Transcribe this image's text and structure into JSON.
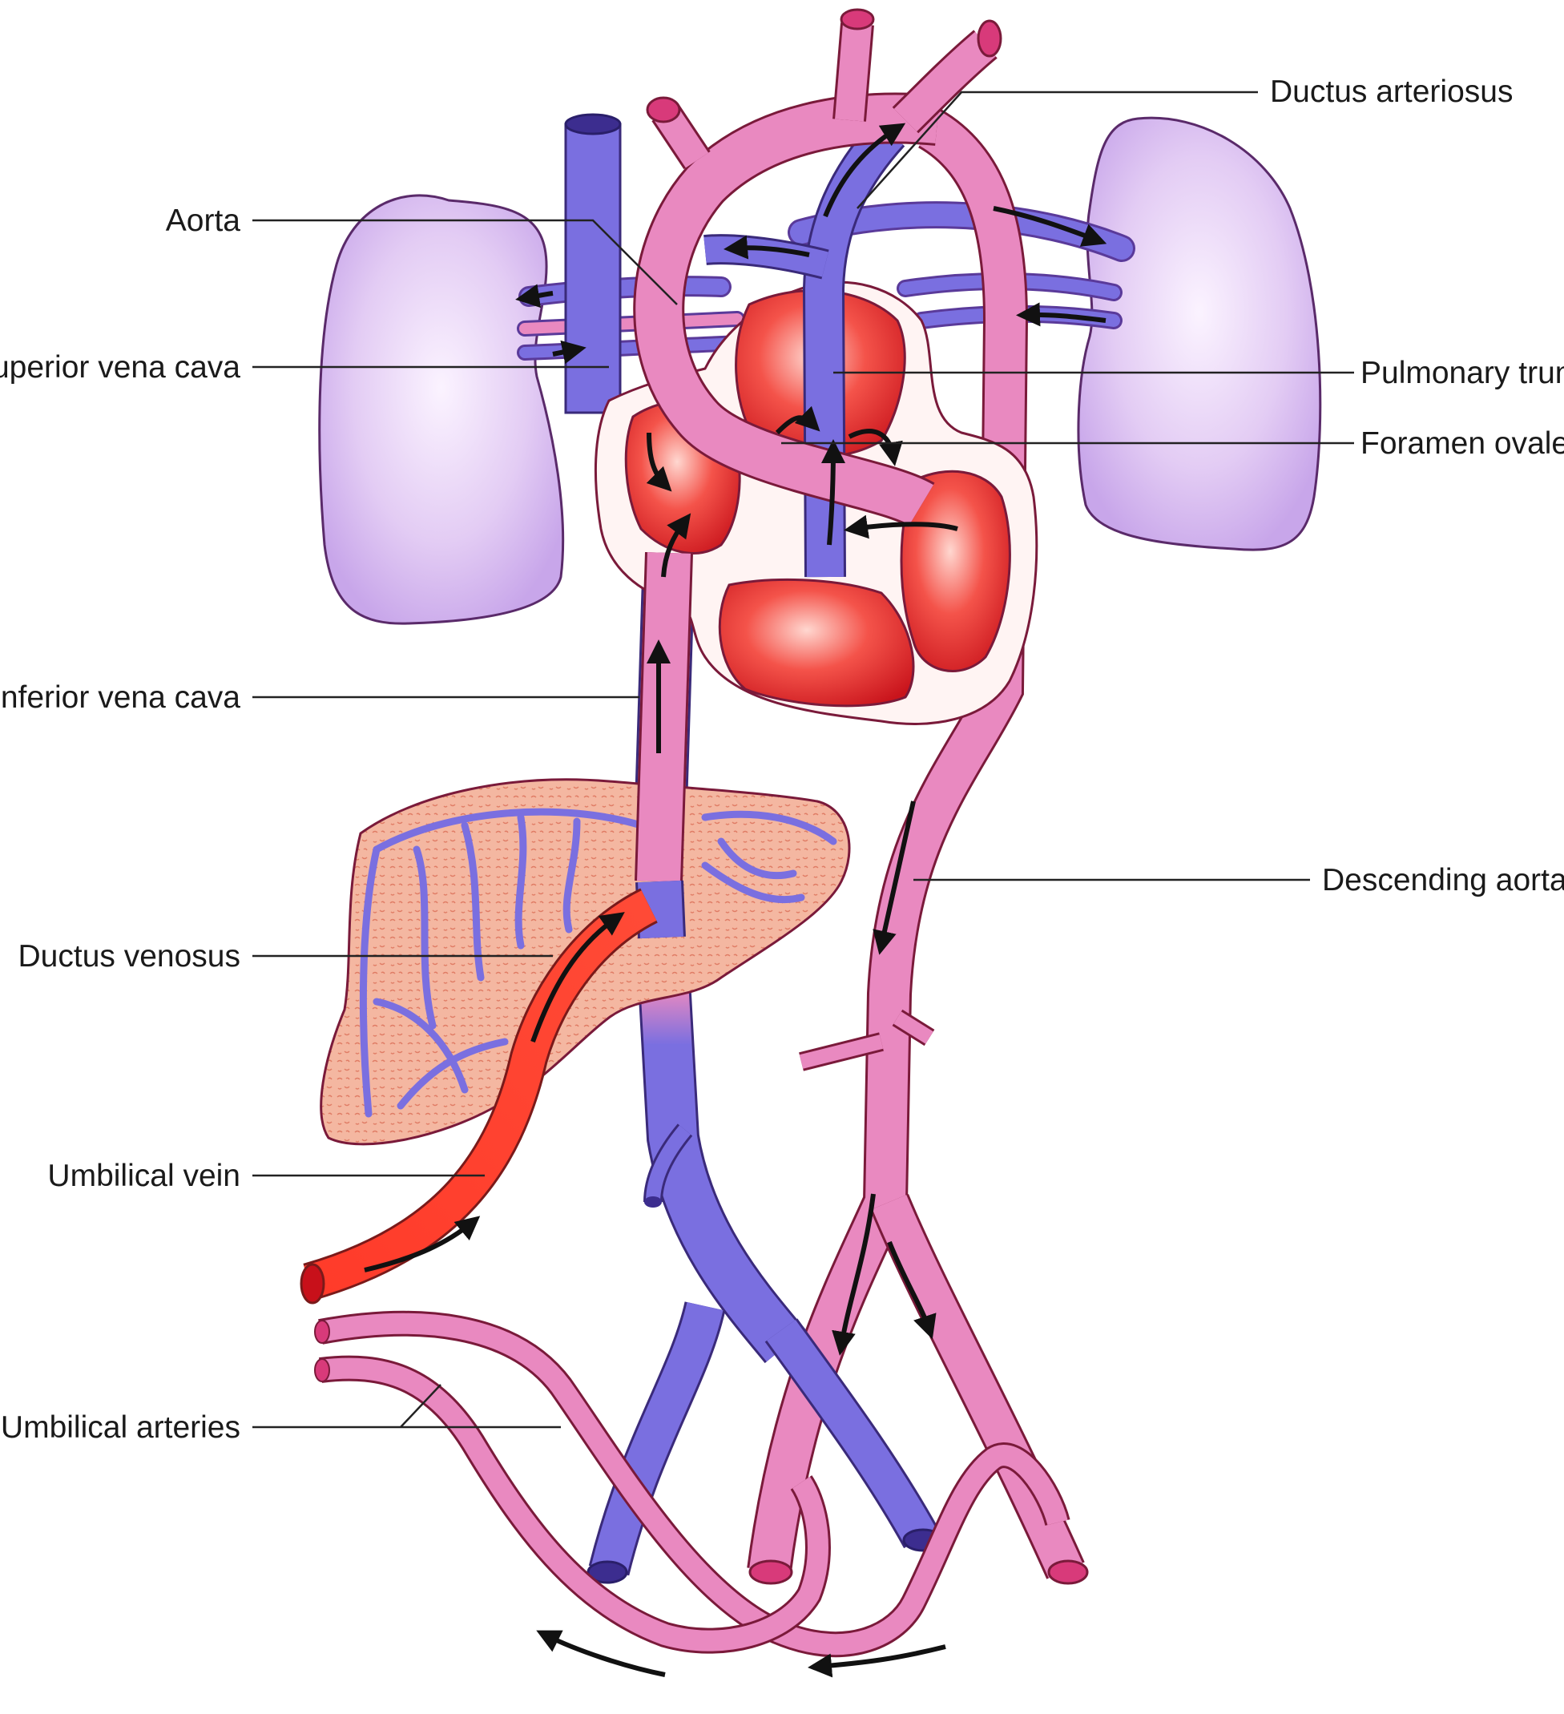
{
  "labels": {
    "aorta": "Aorta",
    "superior_vena_cava": "Superior vena cava",
    "inferior_vena_cava": "Inferior vena cava",
    "ductus_venosus": "Ductus venosus",
    "umbilical_vein": "Umbilical vein",
    "umbilical_arteries": "Umbilical arteries",
    "ductus_arteriosus": "Ductus arteriosus",
    "pulmonary_trunk": "Pulmonary trunk",
    "foramen_ovale": "Foramen ovale",
    "descending_aorta": "Descending aorta"
  },
  "colors": {
    "oxygenated_artery": "#e989c0",
    "deoxygenated_vein": "#7a6fe0",
    "umbilical_vein": "#ff3b2a",
    "heart": "#e8322f",
    "lung": "#dcc3f0",
    "liver": "#f2b09a",
    "outline": "#7a1a3a"
  }
}
